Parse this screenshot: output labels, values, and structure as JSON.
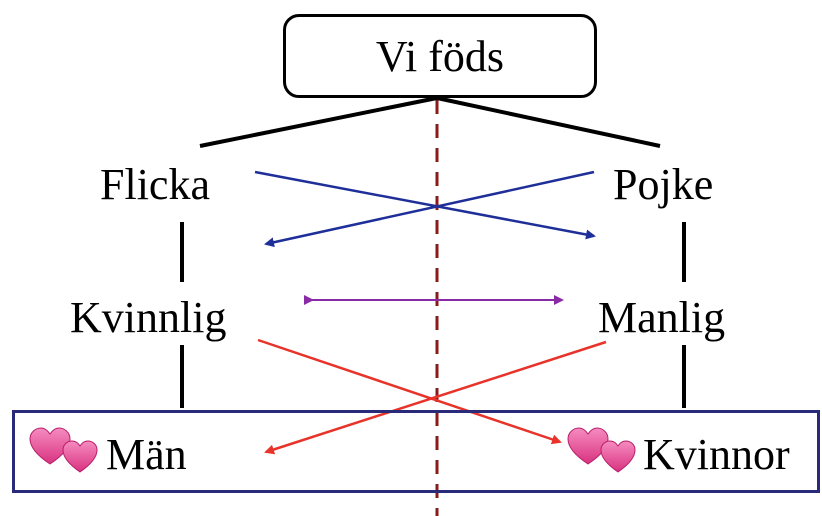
{
  "diagram": {
    "top": "Vi föds",
    "left_column": {
      "row1": "Flicka",
      "row2": "Kvinnlig",
      "row3": "Män"
    },
    "right_column": {
      "row1": "Pojke",
      "row2": "Manlig",
      "row3": "Kvinnor"
    }
  },
  "icons": {
    "left_bottom": "hearts-icon",
    "right_bottom": "hearts-icon"
  },
  "colors": {
    "blue_arrows": "#1f2f99",
    "purple_arrow": "#8a2aa6",
    "red_arrows": "#e8332a",
    "center_dash": "#8b1a1a",
    "bottom_box_border": "#2a2a7a",
    "heart": "#e8479a"
  }
}
